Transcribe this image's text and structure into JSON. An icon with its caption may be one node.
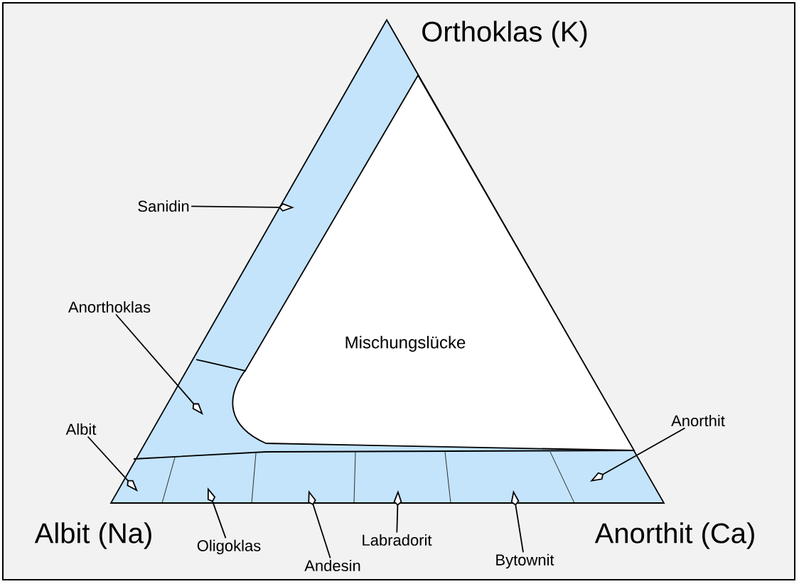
{
  "diagram": {
    "nodes": [
      {
        "text": [
          "Sanidin"
        ]
      },
      {
        "text": [
          "Anorthoklas"
        ]
      },
      {
        "text": [
          "Albit"
        ]
      },
      {
        "text": [
          "Oligoklas"
        ]
      },
      {
        "text": [
          "Andesin"
        ]
      },
      {
        "text": [
          "Labradorit"
        ]
      },
      {
        "text": [
          "Bytownit"
        ]
      },
      {
        "text": [
          "Anorthit"
        ]
      }
    ],
    "edges": [
      {
        "from": 0,
        "to": null,
        "arrow": "to"
      },
      {
        "from": 1,
        "to": null,
        "arrow": "to"
      },
      {
        "from": 2,
        "to": null,
        "arrow": "to"
      },
      {
        "from": 3,
        "to": null,
        "arrow": "to"
      },
      {
        "from": 4,
        "to": null,
        "arrow": "to"
      },
      {
        "from": 5,
        "to": null,
        "arrow": "to"
      },
      {
        "from": 6,
        "to": null,
        "arrow": "to"
      },
      {
        "from": 7,
        "to": null,
        "arrow": "to"
      }
    ],
    "labels": [
      "Orthoklas (K)",
      "Mischungslücke",
      "Albit (Na)",
      "Anorthit (Ca)"
    ]
  }
}
